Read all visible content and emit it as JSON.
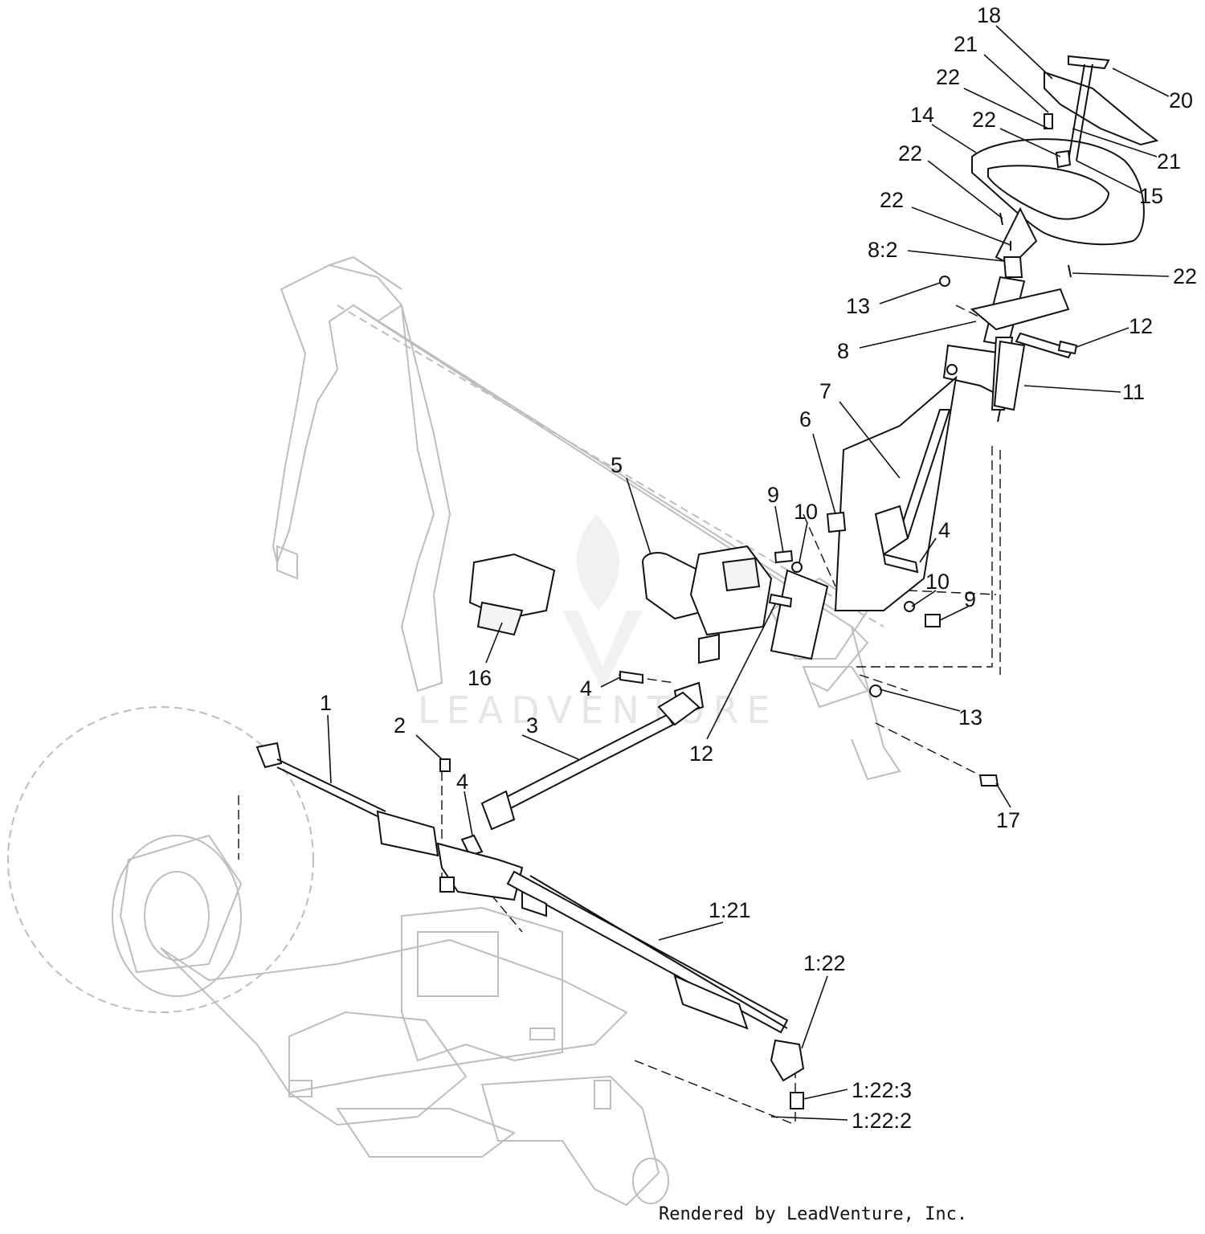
{
  "watermark": "LEADVENTURE",
  "credit": "Rendered by LeadVenture, Inc.",
  "callouts": [
    {
      "id": "18",
      "text": "18"
    },
    {
      "id": "21a",
      "text": "21"
    },
    {
      "id": "20",
      "text": "20"
    },
    {
      "id": "22a",
      "text": "22"
    },
    {
      "id": "22b",
      "text": "22"
    },
    {
      "id": "14",
      "text": "14"
    },
    {
      "id": "21b",
      "text": "21"
    },
    {
      "id": "22c",
      "text": "22"
    },
    {
      "id": "15",
      "text": "15"
    },
    {
      "id": "22d",
      "text": "22"
    },
    {
      "id": "8-2",
      "text": "8:2"
    },
    {
      "id": "22e",
      "text": "22"
    },
    {
      "id": "13a",
      "text": "13"
    },
    {
      "id": "12a",
      "text": "12"
    },
    {
      "id": "8",
      "text": "8"
    },
    {
      "id": "11",
      "text": "11"
    },
    {
      "id": "7",
      "text": "7"
    },
    {
      "id": "6",
      "text": "6"
    },
    {
      "id": "5",
      "text": "5"
    },
    {
      "id": "9a",
      "text": "9"
    },
    {
      "id": "10a",
      "text": "10"
    },
    {
      "id": "4a",
      "text": "4"
    },
    {
      "id": "10b",
      "text": "10"
    },
    {
      "id": "9b",
      "text": "9"
    },
    {
      "id": "16",
      "text": "16"
    },
    {
      "id": "4b",
      "text": "4"
    },
    {
      "id": "13b",
      "text": "13"
    },
    {
      "id": "1",
      "text": "1"
    },
    {
      "id": "2",
      "text": "2"
    },
    {
      "id": "3",
      "text": "3"
    },
    {
      "id": "12b",
      "text": "12"
    },
    {
      "id": "4c",
      "text": "4"
    },
    {
      "id": "17",
      "text": "17"
    },
    {
      "id": "1-21",
      "text": "1:21"
    },
    {
      "id": "1-22",
      "text": "1:22"
    },
    {
      "id": "1-22-3",
      "text": "1:22:3"
    },
    {
      "id": "1-22-2",
      "text": "1:22:2"
    }
  ]
}
